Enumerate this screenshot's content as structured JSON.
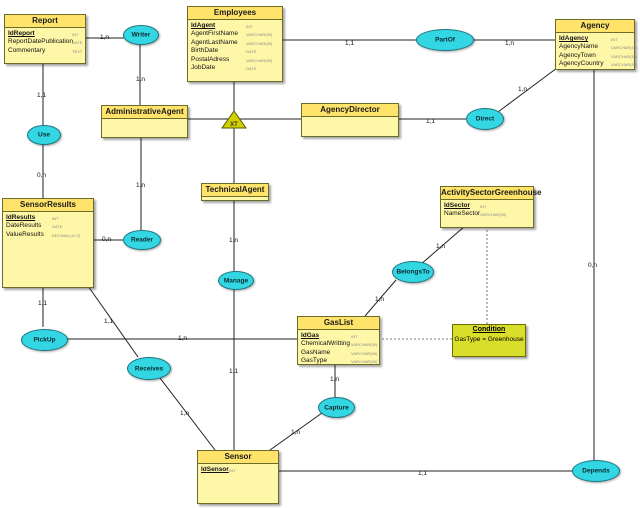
{
  "entities": {
    "report": {
      "name": "Report",
      "attributes": [
        {
          "name": "IdReport",
          "type": "INT",
          "pk": true
        },
        {
          "name": "ReportDatePublication",
          "type": "DATE"
        },
        {
          "name": "Commentary",
          "type": "TEXT"
        }
      ]
    },
    "employees": {
      "name": "Employees",
      "attributes": [
        {
          "name": "IdAgent",
          "type": "INT",
          "pk": true
        },
        {
          "name": "AgentFirstName",
          "type": "VARCHAR(50)"
        },
        {
          "name": "AgentLastName",
          "type": "VARCHAR(50)"
        },
        {
          "name": "BirthDate",
          "type": "DATE"
        },
        {
          "name": "PostalAdress",
          "type": "VARCHAR(50)"
        },
        {
          "name": "JobDate",
          "type": "DATE"
        }
      ]
    },
    "agency": {
      "name": "Agency",
      "attributes": [
        {
          "name": "IdAgency",
          "type": "INT",
          "pk": true
        },
        {
          "name": "AgencyName",
          "type": "VARCHAR(50)"
        },
        {
          "name": "AgencyTown",
          "type": "VARCHAR(50)"
        },
        {
          "name": "AgencyCountry",
          "type": "VARCHAR(50)"
        }
      ]
    },
    "administrative_agent": {
      "name": "AdministrativeAgent",
      "attributes": []
    },
    "agency_director": {
      "name": "AgencyDirector",
      "attributes": []
    },
    "technical_agent": {
      "name": "TechnicalAgent",
      "attributes": []
    },
    "sensor_results": {
      "name": "SensorResults",
      "attributes": [
        {
          "name": "IdResults",
          "type": "INT",
          "pk": true
        },
        {
          "name": "DateResults",
          "type": "DATE"
        },
        {
          "name": "ValueResults",
          "type": "DECIMAL(10,2)"
        }
      ]
    },
    "activity_sector": {
      "name": "ActivitySectorGreenhouse",
      "attributes": [
        {
          "name": "IdSector",
          "type": "INT",
          "pk": true
        },
        {
          "name": "NameSector",
          "type": "VARCHAR(50)"
        }
      ]
    },
    "gas_list": {
      "name": "GasList",
      "attributes": [
        {
          "name": "IdGas",
          "type": "INT",
          "pk": true
        },
        {
          "name": "ChemicalWritting",
          "type": "VARCHAR(50)"
        },
        {
          "name": "GasName",
          "type": "VARCHAR(50)"
        },
        {
          "name": "GasType",
          "type": "VARCHAR(50)"
        }
      ]
    },
    "sensor": {
      "name": "Sensor",
      "attributes": [
        {
          "name": "IdSensor",
          "type": "INT",
          "pk": true
        }
      ]
    }
  },
  "relationships": {
    "writer": "Writer",
    "part_of": "PartOf",
    "use": "Use",
    "direct": "Direct",
    "reader": "Reader",
    "manage": "Manage",
    "belongs_to": "BelongsTo",
    "pick_up": "PickUp",
    "receives": "Receives",
    "capture": "Capture",
    "depends": "Depends"
  },
  "inheritance_label": "XT",
  "condition": {
    "title": "Condition",
    "expression": "GasType = Greenhouse"
  },
  "cardinalities": {
    "report_writer": "1,n",
    "writer_admin": "1,n",
    "employees_partof": "1,1",
    "partof_agency": "1,n",
    "report_use": "1,1",
    "use_results": "0,n",
    "director_direct": "1,1",
    "direct_agency": "1,n",
    "admin_reader": "1,n",
    "reader_results": "0,n",
    "technical_manage": "1,n",
    "manage_sensor": "1,1",
    "agency_depends": "0,n",
    "depends_sensor": "1,1",
    "activity_belongs": "1,n",
    "belongs_gas": "1,n",
    "results_pickup": "1,1",
    "pickup_gas": "1,n",
    "results_receives": "1,1",
    "receives_sensor": "1,n",
    "gas_capture": "1,n",
    "capture_sensor": "1,n"
  }
}
